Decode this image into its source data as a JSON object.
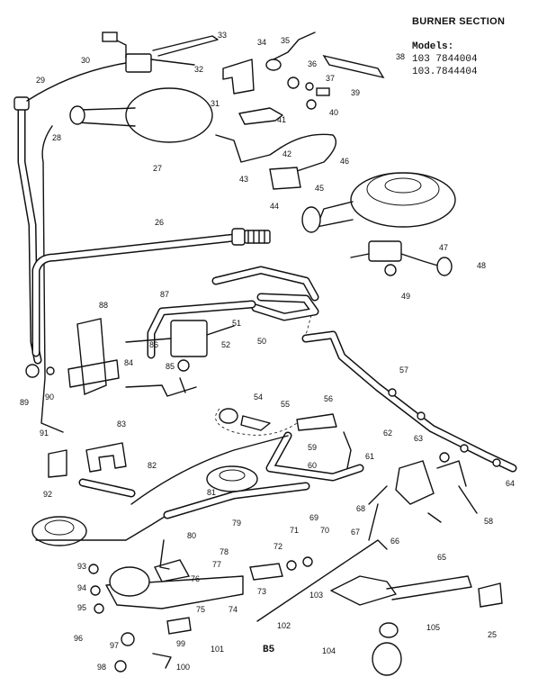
{
  "header": {
    "title": "BURNER SECTION",
    "models_label": "Models:",
    "models": [
      "103 7844004",
      "103.7844404"
    ]
  },
  "footer": {
    "page_code": "B5"
  },
  "callouts": [
    "26",
    "27",
    "28",
    "29",
    "30",
    "31",
    "32",
    "33",
    "34",
    "35",
    "36",
    "37",
    "38",
    "39",
    "40",
    "41",
    "42",
    "43",
    "44",
    "45",
    "46",
    "47",
    "48",
    "49",
    "50",
    "51",
    "52",
    "54",
    "55",
    "56",
    "57",
    "58",
    "59",
    "60",
    "61",
    "62",
    "63",
    "64",
    "65",
    "66",
    "67",
    "68",
    "69",
    "70",
    "71",
    "72",
    "73",
    "74",
    "75",
    "76",
    "77",
    "78",
    "79",
    "80",
    "81",
    "82",
    "83",
    "84",
    "85",
    "86",
    "87",
    "88",
    "89",
    "90",
    "91",
    "92",
    "93",
    "94",
    "95",
    "96",
    "97",
    "98",
    "99",
    "100",
    "101",
    "102",
    "103",
    "104",
    "105",
    "25"
  ]
}
